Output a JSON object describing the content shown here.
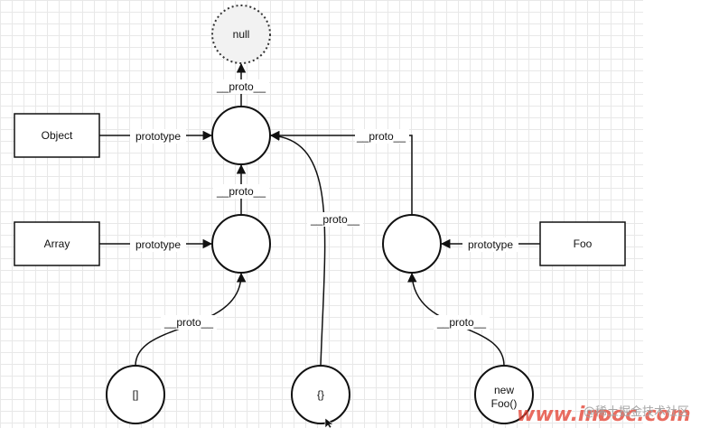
{
  "nodes": {
    "null_label": "null",
    "object_label": "Object",
    "array_label": "Array",
    "foo_label": "Foo",
    "empty_array_label": "[]",
    "empty_object_label": "{}",
    "new_foo_line1": "new",
    "new_foo_line2": "Foo()"
  },
  "edges": {
    "proto_label": "__proto__",
    "prototype_label": "prototype"
  },
  "watermark": {
    "text_a": "www.im",
    "text_b": "ooc.com",
    "text_cn": "@稀土掘金技术社区"
  }
}
